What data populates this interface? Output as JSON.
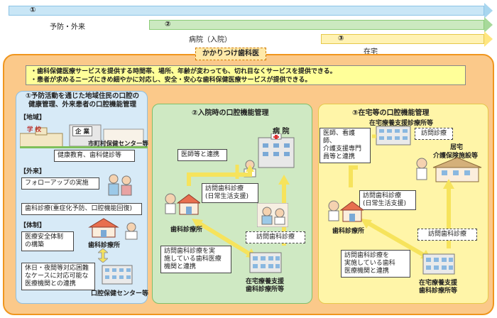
{
  "phases": [
    {
      "num": "①",
      "label": "予防・外来",
      "color": "#c9e6f6",
      "tip": "#a8d6ef"
    },
    {
      "num": "②",
      "label": "病院（入院）",
      "color": "#cbe9c0",
      "tip": "#a7d99a"
    },
    {
      "num": "③",
      "label": "在宅",
      "color": "#fff2b3",
      "tip": "#ffe680"
    }
  ],
  "header": "かかりつけ歯科医",
  "bullets": [
    "・歯科保健医療サービスを提供する時間帯、場所、年齢が変わっても、切れ目なくサービスを提供できる。",
    "・患者が求めるニーズにきめ細やかに対応し、安全・安心な歯科保健医療サービスが提供できる。"
  ],
  "panel1": {
    "title": [
      "①予防活動を通じた地域住民の口腔の",
      "健康管理、外来患者の口腔機能管理"
    ],
    "sec_region": "【地域】",
    "school": "学 校",
    "company": "企 業",
    "health_center": "市町村保健センター等",
    "edu": "健康教育、歯科健診等",
    "sec_outpatient": "【外来】",
    "followup": "フォローアップの実施",
    "dental_exam": "歯科診療(重症化予防、口腔機能回復)",
    "sec_system": "【体制】",
    "safety": [
      "医療安全体制",
      "の構築"
    ],
    "clinic": "歯科診療所",
    "night": [
      "休日・夜間等対応困難",
      "なケースに対応可能な",
      "医療機関との連携"
    ],
    "oral_center": "口腔保健センター等"
  },
  "panel2": {
    "title": "②入院時の口腔機能管理",
    "hospital": "病 院",
    "doctor_link": "医師等と連携",
    "visit": [
      "訪問歯科診療",
      "(日常生活支援)"
    ],
    "clinic": "歯科診療所",
    "visit_dental": "訪問歯科診療",
    "collab": [
      "訪問歯科診療を実",
      "施している歯科医療",
      "機関と連携"
    ],
    "support": [
      "在宅療養支援",
      "歯科診療所等"
    ]
  },
  "panel3": {
    "title": "③在宅等の口腔機能管理",
    "support_top": "在宅療養支援診療所等",
    "visit_med": "訪問診療",
    "staff": [
      "医師、看護師、",
      "介護支援専門",
      "員等と連携"
    ],
    "home": "居宅",
    "care": "介護保険施設等",
    "visit": [
      "訪問歯科診療",
      "(日常生活支援)"
    ],
    "clinic": "歯科診療所",
    "visit_dental": "訪問歯科診療",
    "collab": [
      "訪問歯科診療を",
      "実施している歯科",
      "医療機関と連携"
    ],
    "support": [
      "在宅療養支援",
      "歯科診療所等"
    ]
  }
}
